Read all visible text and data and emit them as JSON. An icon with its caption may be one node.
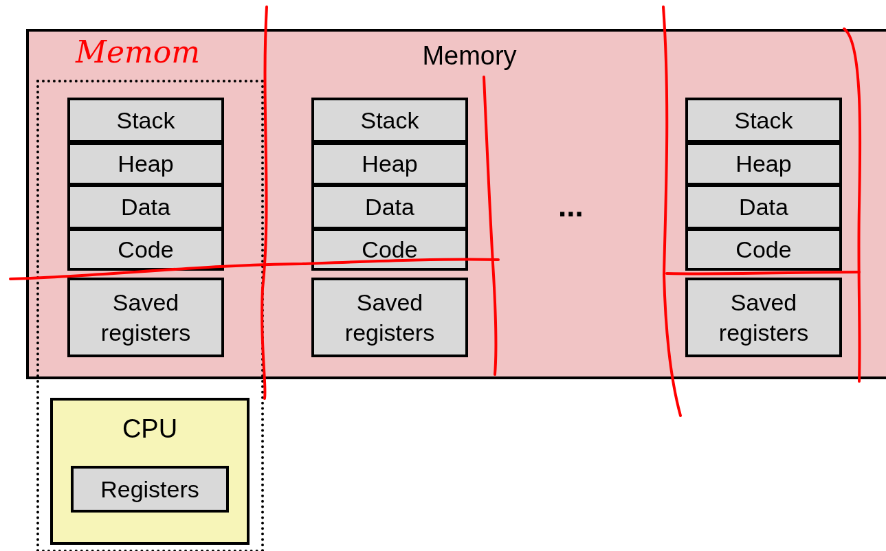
{
  "diagram": {
    "nodes": [
      {
        "text": [
          "Memory"
        ]
      },
      {
        "text": [],
        "shape": "box"
      },
      {
        "text": [
          "Stack"
        ]
      },
      {
        "text": [
          "Heap"
        ]
      },
      {
        "text": [
          "Data"
        ]
      },
      {
        "text": [
          "Code"
        ]
      },
      {
        "text": [
          "Saved registers"
        ]
      },
      {
        "text": [
          "Stack"
        ],
        "in": 0
      },
      {
        "text": [
          "Heap"
        ],
        "in": 0
      },
      {
        "text": [
          "Data"
        ],
        "in": 0
      },
      {
        "text": [
          "Code"
        ],
        "in": 0
      },
      {
        "text": [
          "Saved registers"
        ],
        "in": 0
      },
      {
        "text": [
          "Stack"
        ],
        "in": 0
      },
      {
        "text": [
          "Heap"
        ],
        "in": 0
      },
      {
        "text": [
          "Data"
        ],
        "in": 0
      },
      {
        "text": [
          "Code"
        ],
        "in": 0
      },
      {
        "text": [
          "Saved registers"
        ],
        "in": 0
      },
      {
        "text": [
          "CPU"
        ],
        "in": 1
      },
      {
        "text": [
          "Registers"
        ],
        "in": 17
      }
    ],
    "edges": [],
    "labels": [
      "Memom",
      "..."
    ]
  }
}
